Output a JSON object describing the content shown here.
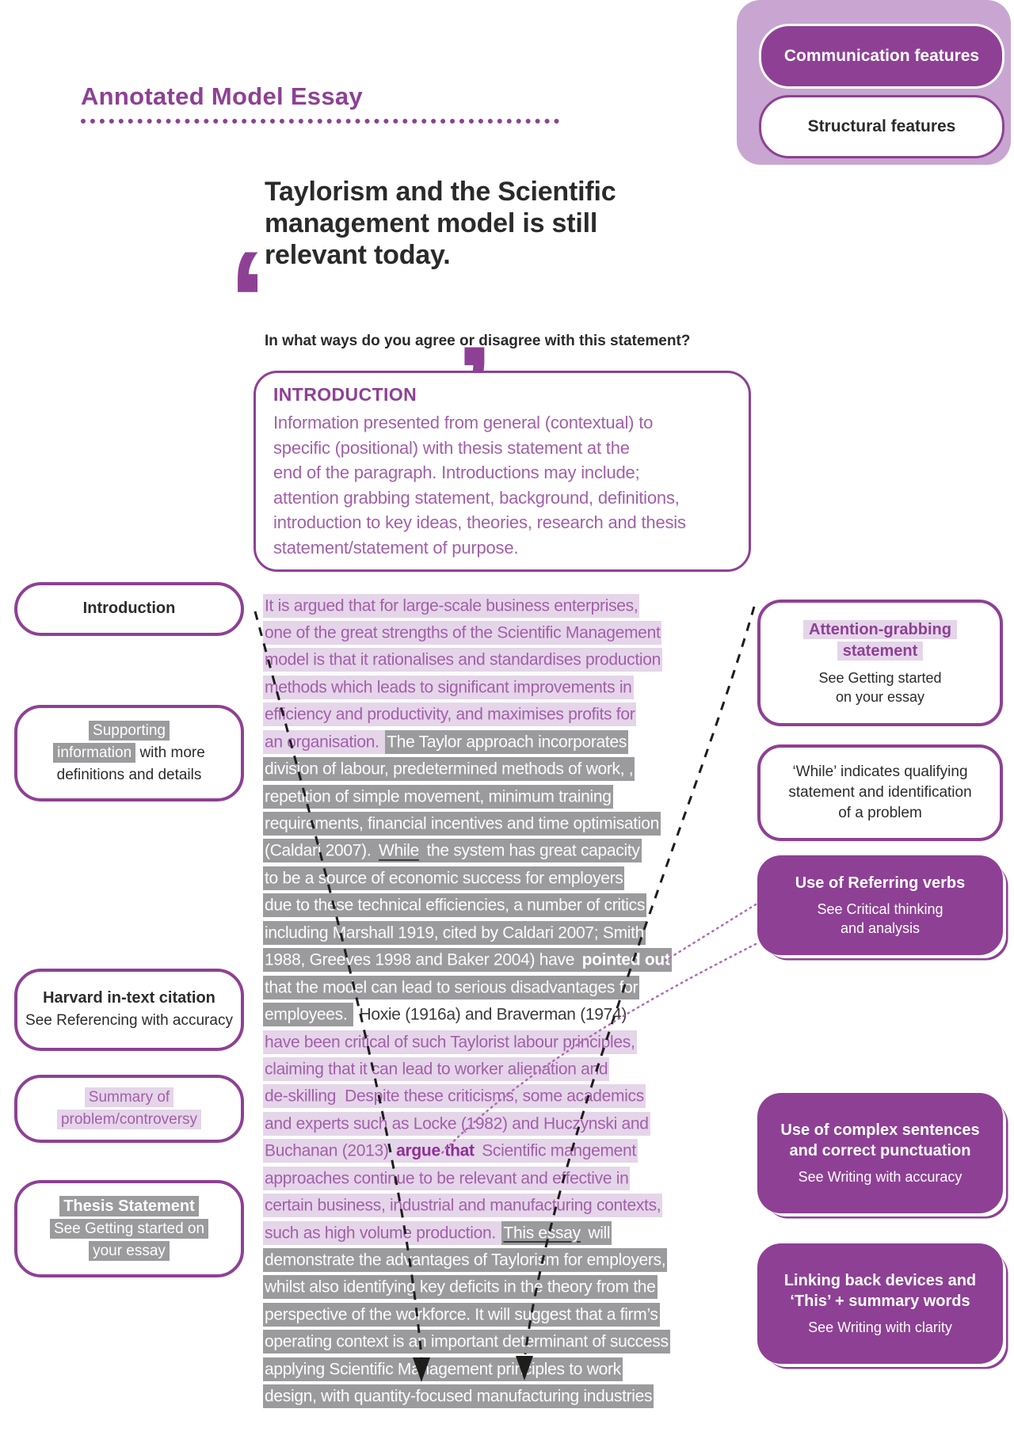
{
  "page": {
    "title": "Annotated Model Essay"
  },
  "legend": {
    "communication_label": "Communication features",
    "structural_label": "Structural features",
    "container_color": "#c8a6d1",
    "accent_color": "#8e4095"
  },
  "quote": {
    "open_mark": "‘",
    "close_mark": "’",
    "lines": [
      "Taylorism and the Scientific",
      "management model is still",
      "relevant today."
    ]
  },
  "question": "In what ways do you agree or disagree with this statement?",
  "intro_box": {
    "title": "INTRODUCTION",
    "body_lines": [
      "Information presented from general (contextual) to",
      "specific (positional) with thesis statement at the",
      "end of the paragraph. Introductions may include;",
      "attention grabbing statement, background, definitions,",
      "introduction to key ideas, theories, research and thesis",
      "statement/statement of purpose."
    ]
  },
  "left_labels": [
    {
      "id": "introduction",
      "lines": [
        [
          {
            "t": "Introduction",
            "s": "t"
          }
        ]
      ]
    },
    {
      "id": "supporting-information",
      "lines": [
        [
          {
            "t": "Supporting",
            "s": "gw"
          }
        ],
        [
          {
            "t": "information",
            "s": "gw"
          },
          {
            "t": " with more",
            "s": "d"
          }
        ],
        [
          {
            "t": "definitions and details",
            "s": "d"
          }
        ]
      ]
    },
    {
      "id": "harvard-citation",
      "lines": [
        [
          {
            "t": "Harvard in-text citation",
            "s": "t"
          }
        ],
        [
          {
            "t": "See Referencing with accuracy",
            "s": "d"
          }
        ]
      ]
    },
    {
      "id": "summary-problem",
      "lines": [
        [
          {
            "t": "Summary of",
            "s": "vh"
          }
        ],
        [
          {
            "t": "problem/controversy",
            "s": "vh"
          }
        ]
      ]
    },
    {
      "id": "thesis-statement",
      "lines": [
        [
          {
            "t": "Thesis Statement",
            "s": "gwb"
          }
        ],
        [
          {
            "t": "See Getting started on",
            "s": "gw"
          }
        ],
        [
          {
            "t": "your essay",
            "s": "gw"
          }
        ]
      ]
    }
  ],
  "right_labels": [
    {
      "id": "attention-grabbing",
      "variant": "outline",
      "highlight_title": true,
      "title_lines": [
        "Attention-grabbing",
        "statement"
      ],
      "sub_lines": [
        "See Getting started",
        "on your essay"
      ]
    },
    {
      "id": "while-qualifying",
      "variant": "outline",
      "body_lines": [
        "‘While’ indicates qualifying",
        "statement and identification",
        "of a problem"
      ]
    },
    {
      "id": "referring-verbs",
      "variant": "filled",
      "title_lines": [
        "Use of Referring verbs"
      ],
      "sub_lines": [
        "See Critical thinking",
        "and analysis"
      ]
    },
    {
      "id": "complex-sentences",
      "variant": "filled",
      "title_lines": [
        "Use of complex sentences",
        "and correct punctuation"
      ],
      "sub_lines": [
        "See Writing with accuracy"
      ]
    },
    {
      "id": "linking-back",
      "variant": "filled",
      "title_lines": [
        "Linking back devices and",
        "‘This’ + summary words"
      ],
      "sub_lines": [
        "See Writing with clarity"
      ]
    }
  ],
  "essay": {
    "lines": [
      [
        {
          "t": "It is argued that for large-scale business enterprises,",
          "s": "vp"
        }
      ],
      [
        {
          "t": "one of the great strengths of the Scientific Management",
          "s": "vp"
        }
      ],
      [
        {
          "t": "model is that it rationalises and standardises production",
          "s": "vp"
        }
      ],
      [
        {
          "t": "methods which leads to significant improvements in",
          "s": "vp"
        }
      ],
      [
        {
          "t": "efficiency and productivity, and maximises profits for",
          "s": "vp"
        }
      ],
      [
        {
          "t": "an organisation. ",
          "s": "vp"
        },
        {
          "t": "The Taylor approach incorporates",
          "s": "gy"
        }
      ],
      [
        {
          "t": "division of labour, predetermined methods of work, ,",
          "s": "gy"
        }
      ],
      [
        {
          "t": "repetition of simple movement, minimum training",
          "s": "gy"
        }
      ],
      [
        {
          "t": "requirements, financial incentives and time optimisation",
          "s": "gy"
        }
      ],
      [
        {
          "t": "(Caldari 2007). ",
          "s": "gy"
        },
        {
          "t": "While",
          "s": "gyu"
        },
        {
          "t": " the system has great capacity",
          "s": "gy"
        }
      ],
      [
        {
          "t": "to be a source of economic success for employers",
          "s": "gy"
        }
      ],
      [
        {
          "t": "due to these technical efficiencies, a number of critics",
          "s": "gy"
        }
      ],
      [
        {
          "t": "including Marshall 1919, cited by Caldari 2007; Smith",
          "s": "gy"
        }
      ],
      [
        {
          "t": "1988, Greeves 1998 and Baker 2004) have ",
          "s": "gy"
        },
        {
          "t": "pointed out",
          "s": "gyb"
        }
      ],
      [
        {
          "t": "that the model can lead to serious disadvantages for",
          "s": "gy"
        }
      ],
      [
        {
          "t": "employees. ",
          "s": "gy"
        },
        {
          "t": " Hoxie (1916a) and Braverman (1974)",
          "s": "pl"
        }
      ],
      [
        {
          "t": "have been critical of such Taylorist labour principles,",
          "s": "vp"
        }
      ],
      [
        {
          "t": "claiming that it can lead to worker alienation and",
          "s": "vp"
        }
      ],
      [
        {
          "t": "de-skilling  Despite these criticisms, some academics",
          "s": "vp"
        }
      ],
      [
        {
          "t": "and experts such as Locke (1982) and Huczynski and",
          "s": "vp"
        }
      ],
      [
        {
          "t": "Buchanan (2013) ",
          "s": "vp"
        },
        {
          "t": "argue that",
          "s": "vpb"
        },
        {
          "t": " Scientific mangement",
          "s": "vp"
        }
      ],
      [
        {
          "t": "approaches continue to be relevant and effective in",
          "s": "vp"
        }
      ],
      [
        {
          "t": "certain business, industrial and manufacturing contexts,",
          "s": "vp"
        }
      ],
      [
        {
          "t": "such as high volume production. ",
          "s": "vp"
        },
        {
          "t": "This essay",
          "s": "gyu"
        },
        {
          "t": " will",
          "s": "gy"
        }
      ],
      [
        {
          "t": "demonstrate the advantages of Taylorism for employers,",
          "s": "gy"
        }
      ],
      [
        {
          "t": "whilst also identifying key deficits in the theory from the",
          "s": "gy"
        }
      ],
      [
        {
          "t": "perspective of the workforce. It will suggest that a firm’s",
          "s": "gy"
        }
      ],
      [
        {
          "t": "operating context is an important determinant of success",
          "s": "gy"
        }
      ],
      [
        {
          "t": "applying Scientific Management principles to work",
          "s": "gy"
        }
      ],
      [
        {
          "t": "design, with quantity-focused manufacturing industries",
          "s": "gy"
        }
      ]
    ]
  },
  "colors": {
    "purple": "#8e4095",
    "purple_text": "#a25fa9",
    "violet_highlight": "#e5d5e9",
    "grey_highlight": "#9b9b9e",
    "dark_text": "#2a2a2a",
    "legend_container": "#c8a6d1"
  }
}
